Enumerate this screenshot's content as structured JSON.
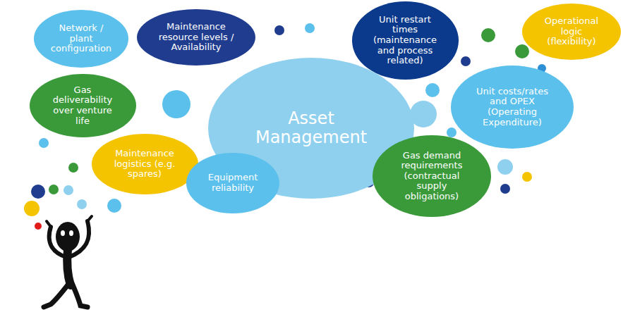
{
  "diagram": {
    "nodes": [
      {
        "text": [
          "Network / plant configuration"
        ]
      },
      {
        "text": [
          "Maintenance resource levels / Availability"
        ]
      },
      {
        "text": [
          "Unit restart times (maintenance and process related)"
        ]
      },
      {
        "text": [
          "Operational logic (flexibility)"
        ]
      },
      {
        "text": [
          "Gas deliverability over venture life"
        ]
      },
      {
        "text": [
          "Asset Management"
        ]
      },
      {
        "text": [
          "Unit costs/rates and OPEX (Operating Expenditure)"
        ]
      },
      {
        "text": [
          "Maintenance logistics (e.g. spares)"
        ]
      },
      {
        "text": [
          "Equipment reliability"
        ]
      },
      {
        "text": [
          "Gas demand requirements (contractual supply obligations)"
        ]
      }
    ]
  }
}
